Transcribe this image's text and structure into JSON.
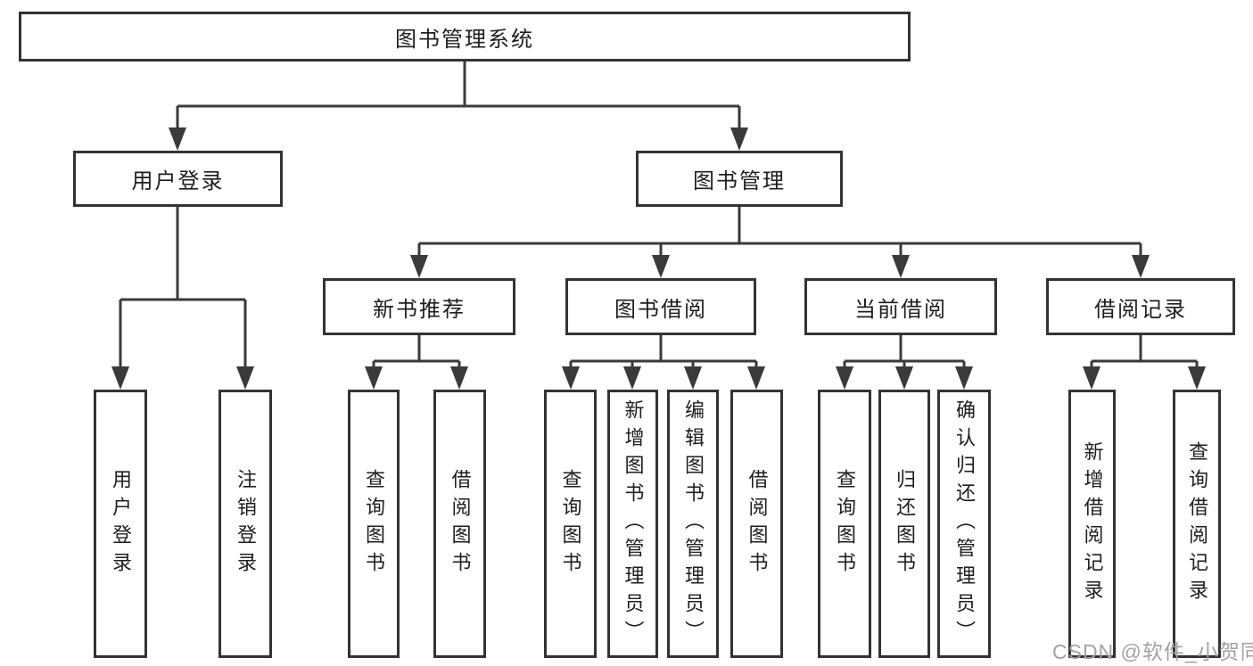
{
  "diagram": {
    "root": {
      "label": "图书管理系统"
    },
    "level2": {
      "user_login": {
        "label": "用户登录"
      },
      "book_management": {
        "label": "图书管理"
      }
    },
    "level3": {
      "new_book_recommend": {
        "label": "新书推荐"
      },
      "book_borrow": {
        "label": "图书借阅"
      },
      "current_borrow": {
        "label": "当前借阅"
      },
      "borrow_records": {
        "label": "借阅记录"
      }
    },
    "leaves": {
      "user_login": [
        "用户登录",
        "注销登录"
      ],
      "new_book_recommend": [
        "查询图书",
        "借阅图书"
      ],
      "book_borrow": [
        "查询图书",
        "新增图书（管理员）",
        "编辑图书（管理员）",
        "借阅图书"
      ],
      "current_borrow": [
        "查询图书",
        "归还图书",
        "确认归还（管理员）"
      ],
      "borrow_records": [
        "新增借阅记录",
        "查询借阅记录"
      ]
    },
    "watermark": "CSDN @软件_小贺同学",
    "colors": {
      "line": "#3a3a3a",
      "box_border": "#333333",
      "text": "#1e1e1e",
      "watermark": "#a2a2a6",
      "background": "#ffffff"
    }
  }
}
